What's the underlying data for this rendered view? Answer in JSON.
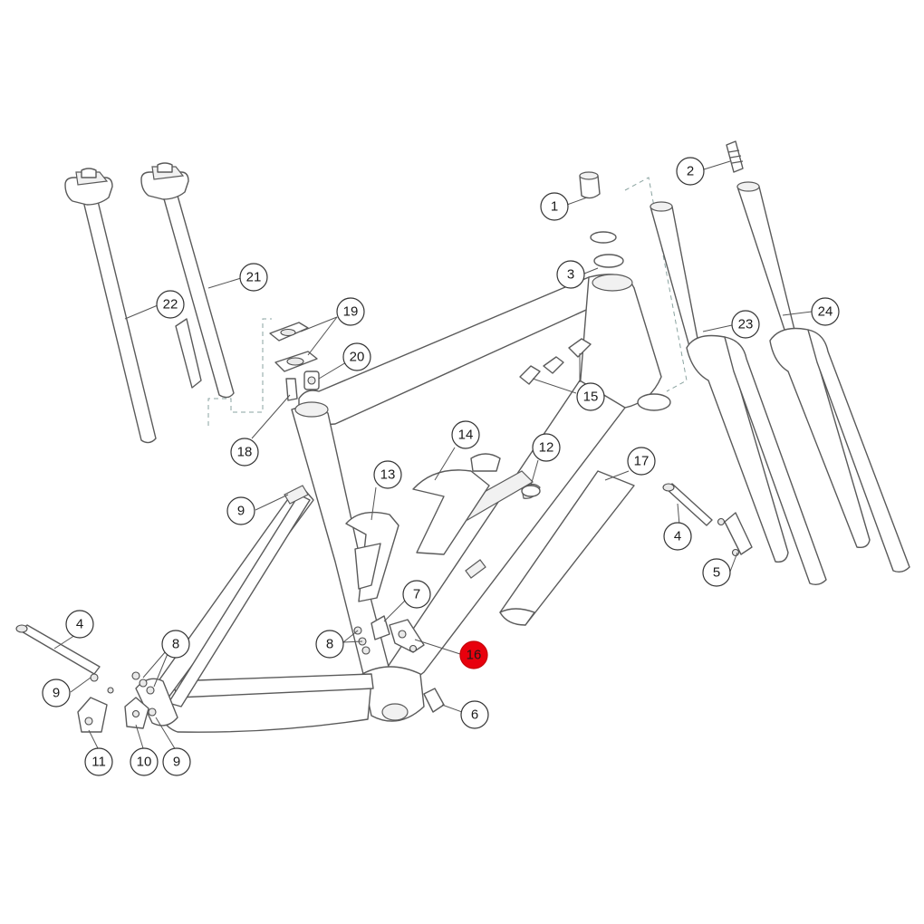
{
  "highlight_color": "#e8000d",
  "callouts": [
    {
      "id": "c1",
      "label": "1"
    },
    {
      "id": "c2",
      "label": "2"
    },
    {
      "id": "c3",
      "label": "3"
    },
    {
      "id": "c4a",
      "label": "4"
    },
    {
      "id": "c4b",
      "label": "4"
    },
    {
      "id": "c5",
      "label": "5"
    },
    {
      "id": "c6",
      "label": "6"
    },
    {
      "id": "c7",
      "label": "7"
    },
    {
      "id": "c8a",
      "label": "8"
    },
    {
      "id": "c8b",
      "label": "8"
    },
    {
      "id": "c9a",
      "label": "9"
    },
    {
      "id": "c9b",
      "label": "9"
    },
    {
      "id": "c9c",
      "label": "9"
    },
    {
      "id": "c10",
      "label": "10"
    },
    {
      "id": "c11",
      "label": "11"
    },
    {
      "id": "c12",
      "label": "12"
    },
    {
      "id": "c13",
      "label": "13"
    },
    {
      "id": "c14",
      "label": "14"
    },
    {
      "id": "c15",
      "label": "15"
    },
    {
      "id": "c16",
      "label": "16",
      "highlighted": true
    },
    {
      "id": "c17",
      "label": "17"
    },
    {
      "id": "c18",
      "label": "18"
    },
    {
      "id": "c19",
      "label": "19"
    },
    {
      "id": "c20",
      "label": "20"
    },
    {
      "id": "c21",
      "label": "21"
    },
    {
      "id": "c22",
      "label": "22"
    },
    {
      "id": "c23",
      "label": "23"
    },
    {
      "id": "c24",
      "label": "24"
    }
  ]
}
